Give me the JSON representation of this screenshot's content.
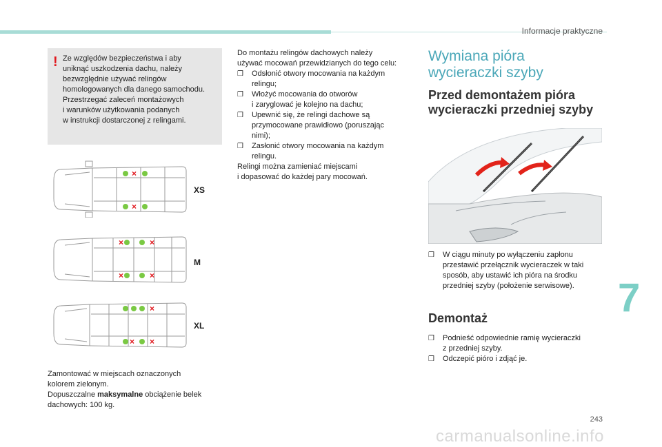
{
  "header": {
    "section": "Informacje praktyczne"
  },
  "footer": {
    "page_number": "243",
    "chapter": "7",
    "watermark": "carmanualsonline.info"
  },
  "warning": {
    "mark": "!",
    "lines": [
      "Ze względów bezpieczeństwa i aby",
      "uniknąć uszkodzenia dachu, należy",
      "bezwzględnie używać relingów",
      "homologowanych dla danego samochodu.",
      "Przestrzegać zaleceń montażowych",
      "i warunków użytkowania podanych",
      "w instrukcji dostarczonej z relingami."
    ]
  },
  "roof_sizes": [
    "XS",
    "M",
    "XL"
  ],
  "bottom_note": {
    "line1": "Zamontować w miejscach oznaczonych",
    "line2": "kolorem zielonym.",
    "line3_pre": "Dopuszczalne ",
    "line3_bold": "maksymalne",
    "line3_post": " obciążenie belek",
    "line4": "dachowych: 100 kg."
  },
  "column2": {
    "intro1": "Do montażu relingów dachowych należy",
    "intro2": "używać mocowań przewidzianych do tego celu:",
    "bullet": "",
    "items": [
      [
        "Odsłonić otwory mocowania na każdym",
        "relingu;"
      ],
      [
        "Włożyć mocowania do otworów",
        "i zaryglować je kolejno na dachu;"
      ],
      [
        "Upewnić się, że relingi dachowe są",
        "przymocowane prawidłowo (poruszając",
        "nimi);"
      ],
      [
        "Zasłonić otwory mocowania na każdym",
        "relingu."
      ]
    ],
    "outro1": "Relingi można zamieniać miejscami",
    "outro2": "i dopasować do każdej pary mocowań."
  },
  "column3": {
    "title_line1": "Wymiana pióra",
    "title_line2": "wycieraczki szyby",
    "sub1_line1": "Przed demontażem pióra",
    "sub1_line2": "wycieraczki przedniej szyby",
    "step1": [
      "W ciągu minuty po wyłączeniu zapłonu",
      "przestawić przełącznik wycieraczek w taki",
      "sposób, aby ustawić ich pióra na środku",
      "przedniej szyby (położenie serwisowe)."
    ],
    "sub2": "Demontaż",
    "steps2": [
      [
        "Podnieść odpowiednie ramię wycieraczki",
        "z przedniej szyby."
      ],
      [
        "Odczepić pióro i zdjąć je."
      ]
    ]
  },
  "colors": {
    "accent_teal": "#4aa7b8",
    "chapter_teal": "#7ccfc6",
    "green_mark": "#7ac943",
    "red_mark": "#e0191f",
    "arrow_red": "#e2231a"
  }
}
